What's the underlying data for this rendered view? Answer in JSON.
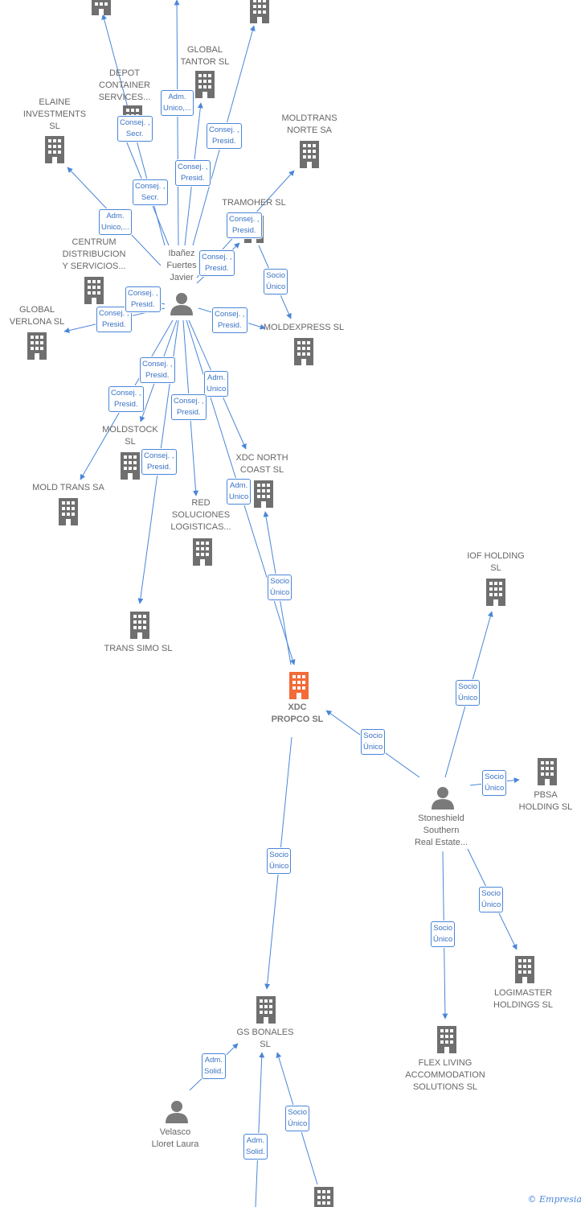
{
  "colors": {
    "edge": "#4a86d8",
    "building": "#6f6f6f",
    "focus": "#f26b38",
    "person": "#7a7a7a"
  },
  "nodes": [
    {
      "id": "top1",
      "label": "",
      "icon": "building-icon"
    },
    {
      "id": "top2",
      "label": "",
      "icon": "building-icon"
    },
    {
      "id": "global_tantor",
      "label": "GLOBAL\nTANTOR  SL",
      "icon": "building-icon"
    },
    {
      "id": "depot",
      "label": "DEPOT\nCONTAINER\nSERVICES...",
      "icon": "building-icon"
    },
    {
      "id": "elaine",
      "label": "ELAINE\nINVESTMENTS\nSL",
      "icon": "building-icon"
    },
    {
      "id": "moldtrans_norte",
      "label": "MOLDTRANS\nNORTE SA",
      "icon": "building-icon"
    },
    {
      "id": "tramoher",
      "label": "TRAMOHER SL",
      "icon": "building-icon"
    },
    {
      "id": "centrum",
      "label": "CENTRUM\nDISTRIBUCION\nY SERVICIOS...",
      "icon": "building-icon"
    },
    {
      "id": "ibanez",
      "label": "Ibañez\nFuertes\nJavier",
      "icon": "person-icon"
    },
    {
      "id": "global_verlona",
      "label": "GLOBAL\nVERLONA  SL",
      "icon": "building-icon"
    },
    {
      "id": "moldexpress",
      "label": "MOLDEXPRESS SL",
      "icon": "building-icon"
    },
    {
      "id": "moldstock",
      "label": "MOLDSTOCK\nSL",
      "icon": "building-icon"
    },
    {
      "id": "mold_trans",
      "label": "MOLD TRANS SA",
      "icon": "building-icon"
    },
    {
      "id": "xdc_north",
      "label": "XDC NORTH\nCOAST  SL",
      "icon": "building-icon"
    },
    {
      "id": "red_soluciones",
      "label": "RED\nSOLUCIONES\nLOGISTICAS...",
      "icon": "building-icon"
    },
    {
      "id": "trans_simo",
      "label": "TRANS SIMO SL",
      "icon": "building-icon"
    },
    {
      "id": "iof",
      "label": "IOF HOLDING\nSL",
      "icon": "building-icon"
    },
    {
      "id": "xdc_propco",
      "label": "XDC\nPROPCO  SL",
      "icon": "building-icon",
      "main": true
    },
    {
      "id": "pbsa",
      "label": "PBSA\nHOLDING  SL",
      "icon": "building-icon"
    },
    {
      "id": "stoneshield",
      "label": "Stoneshield\nSouthern\nReal Estate...",
      "icon": "person-icon"
    },
    {
      "id": "logimaster",
      "label": "LOGIMASTER\nHOLDINGS  SL",
      "icon": "building-icon"
    },
    {
      "id": "flex_living",
      "label": "FLEX LIVING\nACCOMMODATION\nSOLUTIONS  SL",
      "icon": "building-icon"
    },
    {
      "id": "gs_bonales",
      "label": "GS BONALES\nSL",
      "icon": "building-icon"
    },
    {
      "id": "velasco",
      "label": "Velasco\nLloret Laura",
      "icon": "person-icon"
    },
    {
      "id": "bottom_building",
      "label": "",
      "icon": "building-icon"
    }
  ],
  "edge_labels": [
    "Adm.\nUnico,...",
    "Consej. ,\nSecr.",
    "Consej. ,\nPresid.",
    "Consej. ,\nPresid.",
    "Consej. ,\nSecr.",
    "Adm.\nUnico,...",
    "Consej. ,\nPresid.",
    "Consej. ,\nPresid.",
    "Socio\nÚnico",
    "Consej. ,\nPresid.",
    "Consej. ,\nPresid.",
    "Consej. ,\nPresid.",
    "Consej. ,\nPresid.",
    "Adm.\nUnico",
    "Consej. ,\nPresid.",
    "Consej. ,\nPresid.",
    "Consej. ,\nPresid.",
    "Adm.\nUnico",
    "Socio\nÚnico",
    "Socio\nÚnico",
    "Socio\nÚnico",
    "Socio\nÚnico",
    "Socio\nÚnico",
    "Socio\nÚnico",
    "Socio\nÚnico",
    "Socio\nÚnico",
    "Adm.\nSolid.",
    "Socio\nÚnico",
    "Adm.\nSolid."
  ],
  "footer": {
    "copyright": "©",
    "brand": "Empresia"
  }
}
